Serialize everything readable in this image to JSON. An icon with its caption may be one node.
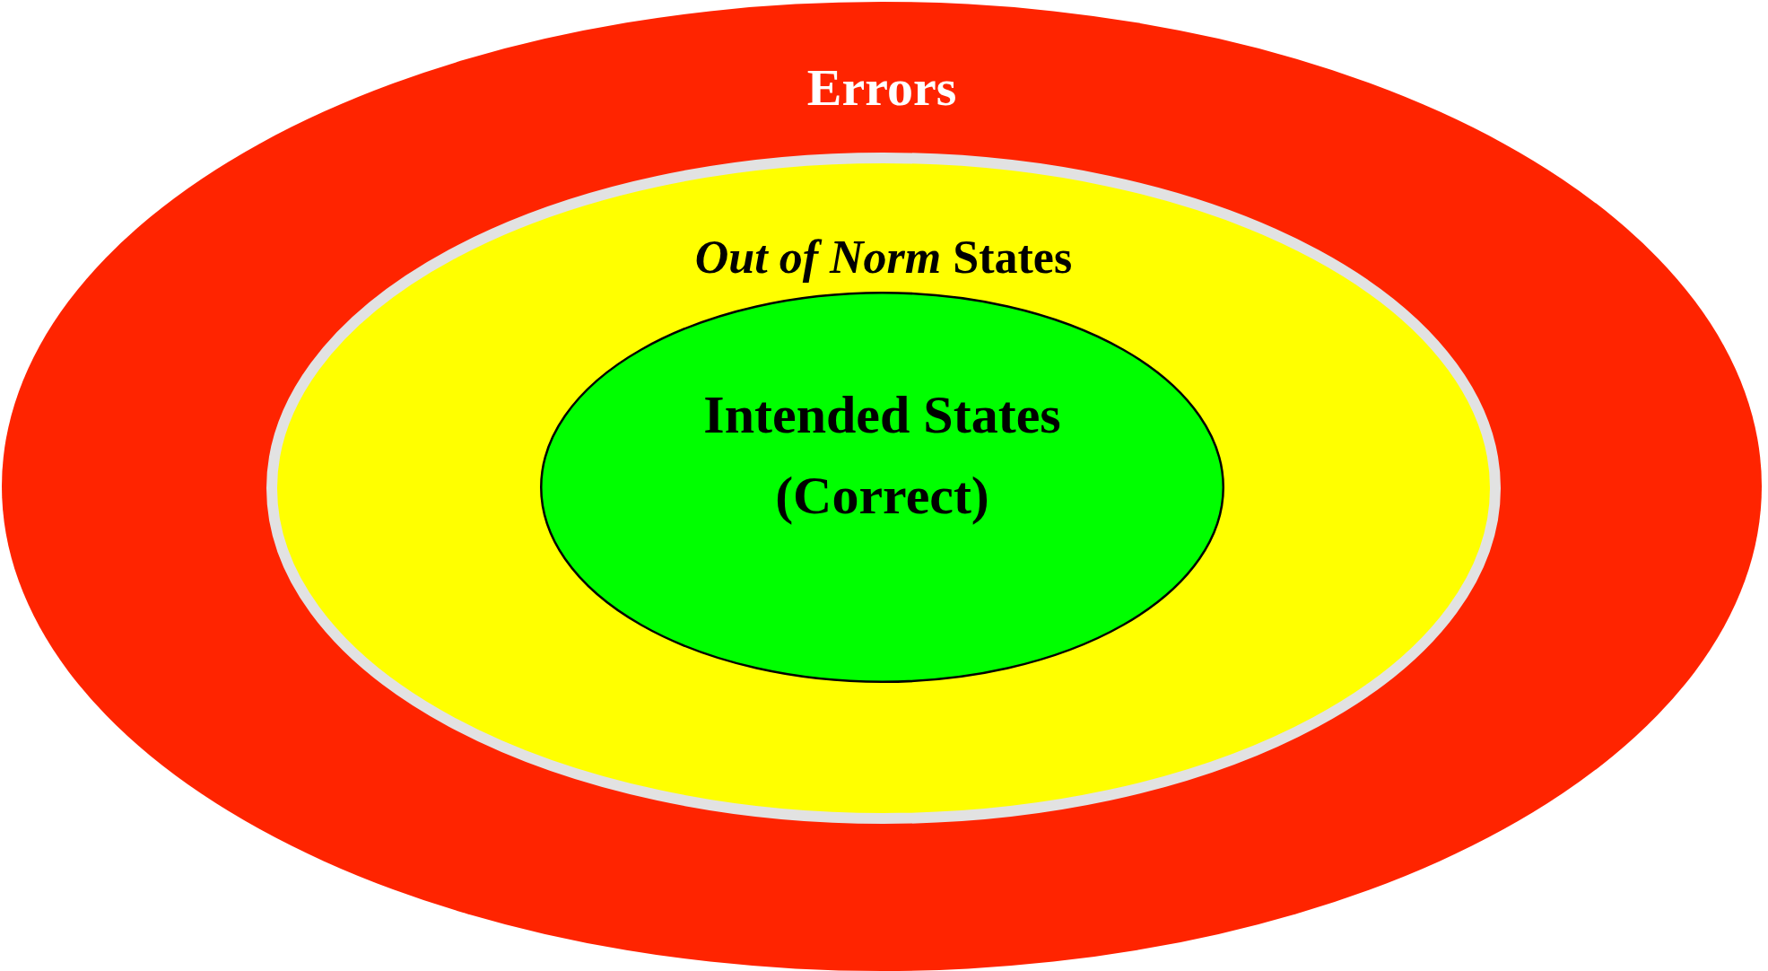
{
  "diagram": {
    "nodes": [
      {
        "text": [
          "Errors"
        ]
      },
      {
        "text": [
          "*Out of Norm* States"
        ],
        "in": 0
      },
      {
        "text": [
          "Intended States (Correct)"
        ],
        "in": 1
      }
    ]
  }
}
